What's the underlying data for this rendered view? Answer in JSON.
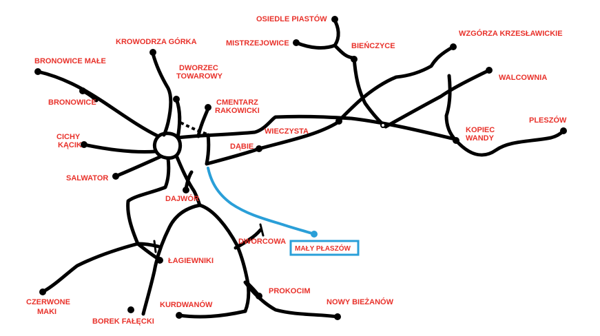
{
  "colors": {
    "track": "#000000",
    "label": "#e8312a",
    "highlight": "#2a9fd8"
  },
  "stations": {
    "osiedle_piastow": "OSIEDLE PIASTÓW",
    "mistrzejowice": "MISTRZEJOWICE",
    "bienczyce": "BIEŃCZYCE",
    "krowodrza_gorka": "KROWODRZA GÓRKA",
    "wzgorza": "WZGÓRZA KRZESŁAWICKIE",
    "bronowice_male": "BRONOWICE MAŁE",
    "dworzec_towarowy_1": "DWORZEC",
    "dworzec_towarowy_2": "TOWAROWY",
    "walcownia": "WALCOWNIA",
    "bronowice": "BRONOWICE",
    "cmentarz_1": "CMENTARZ",
    "cmentarz_2": "RAKOWICKI",
    "pleszow": "PLESZÓW",
    "cichy_kacik_1": "CICHY",
    "cichy_kacik_2": "KĄCIK",
    "wieczysta": "WIECZYSTA",
    "kopiec_1": "KOPIEC",
    "kopiec_2": "WANDY",
    "dabie": "DĄBIE",
    "salwator": "SALWATOR",
    "dajwor": "DAJWÓR",
    "maly_plaszow": "MAŁY PŁASZÓW",
    "dworcowa": "DWORCOWA",
    "lagiewniki": "ŁAGIEWNIKI",
    "czerwone_1": "CZERWONE",
    "czerwone_2": "MAKI",
    "prokocim": "PROKOCIM",
    "kurdwanow": "KURDWANÓW",
    "nowy_biezanow": "NOWY BIEŻANÓW",
    "borek_falecki": "BOREK FAŁĘCKI"
  }
}
